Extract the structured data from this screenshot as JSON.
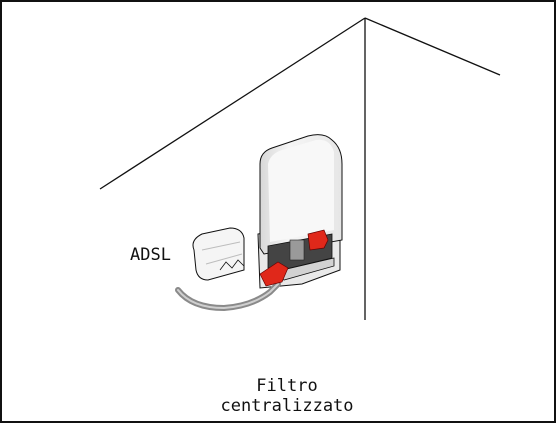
{
  "labels": {
    "adsl": "ADSL",
    "caption_line1": "Filtro",
    "caption_line2": "centralizzato"
  },
  "colors": {
    "line": "#111111",
    "connector_red": "#e0281a",
    "device_body": "#f4f4f4",
    "device_shadow": "#cfcfcf"
  }
}
